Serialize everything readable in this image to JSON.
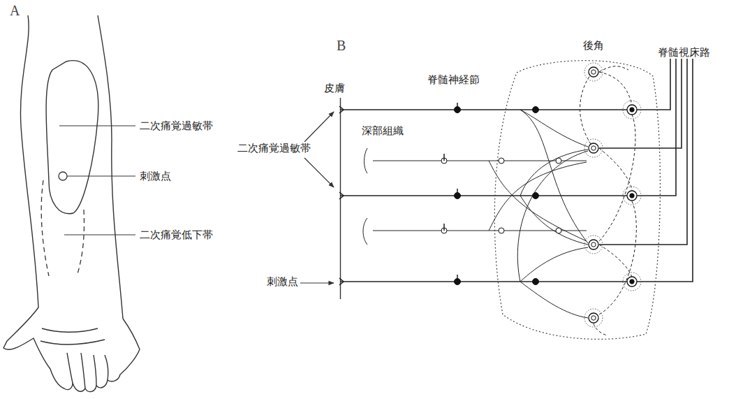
{
  "diagram": {
    "nodes": [
      {
        "text": [
          "後角"
        ]
      }
    ],
    "labels": [
      "A",
      "二次痛覚過敏帯",
      "刺激点",
      "二次痛覚低下帯",
      "B",
      "皮膚",
      "脊髄神経節",
      "深部組織",
      "二次痛覚過敏帯",
      "刺激点",
      "脊髄視床路"
    ]
  }
}
